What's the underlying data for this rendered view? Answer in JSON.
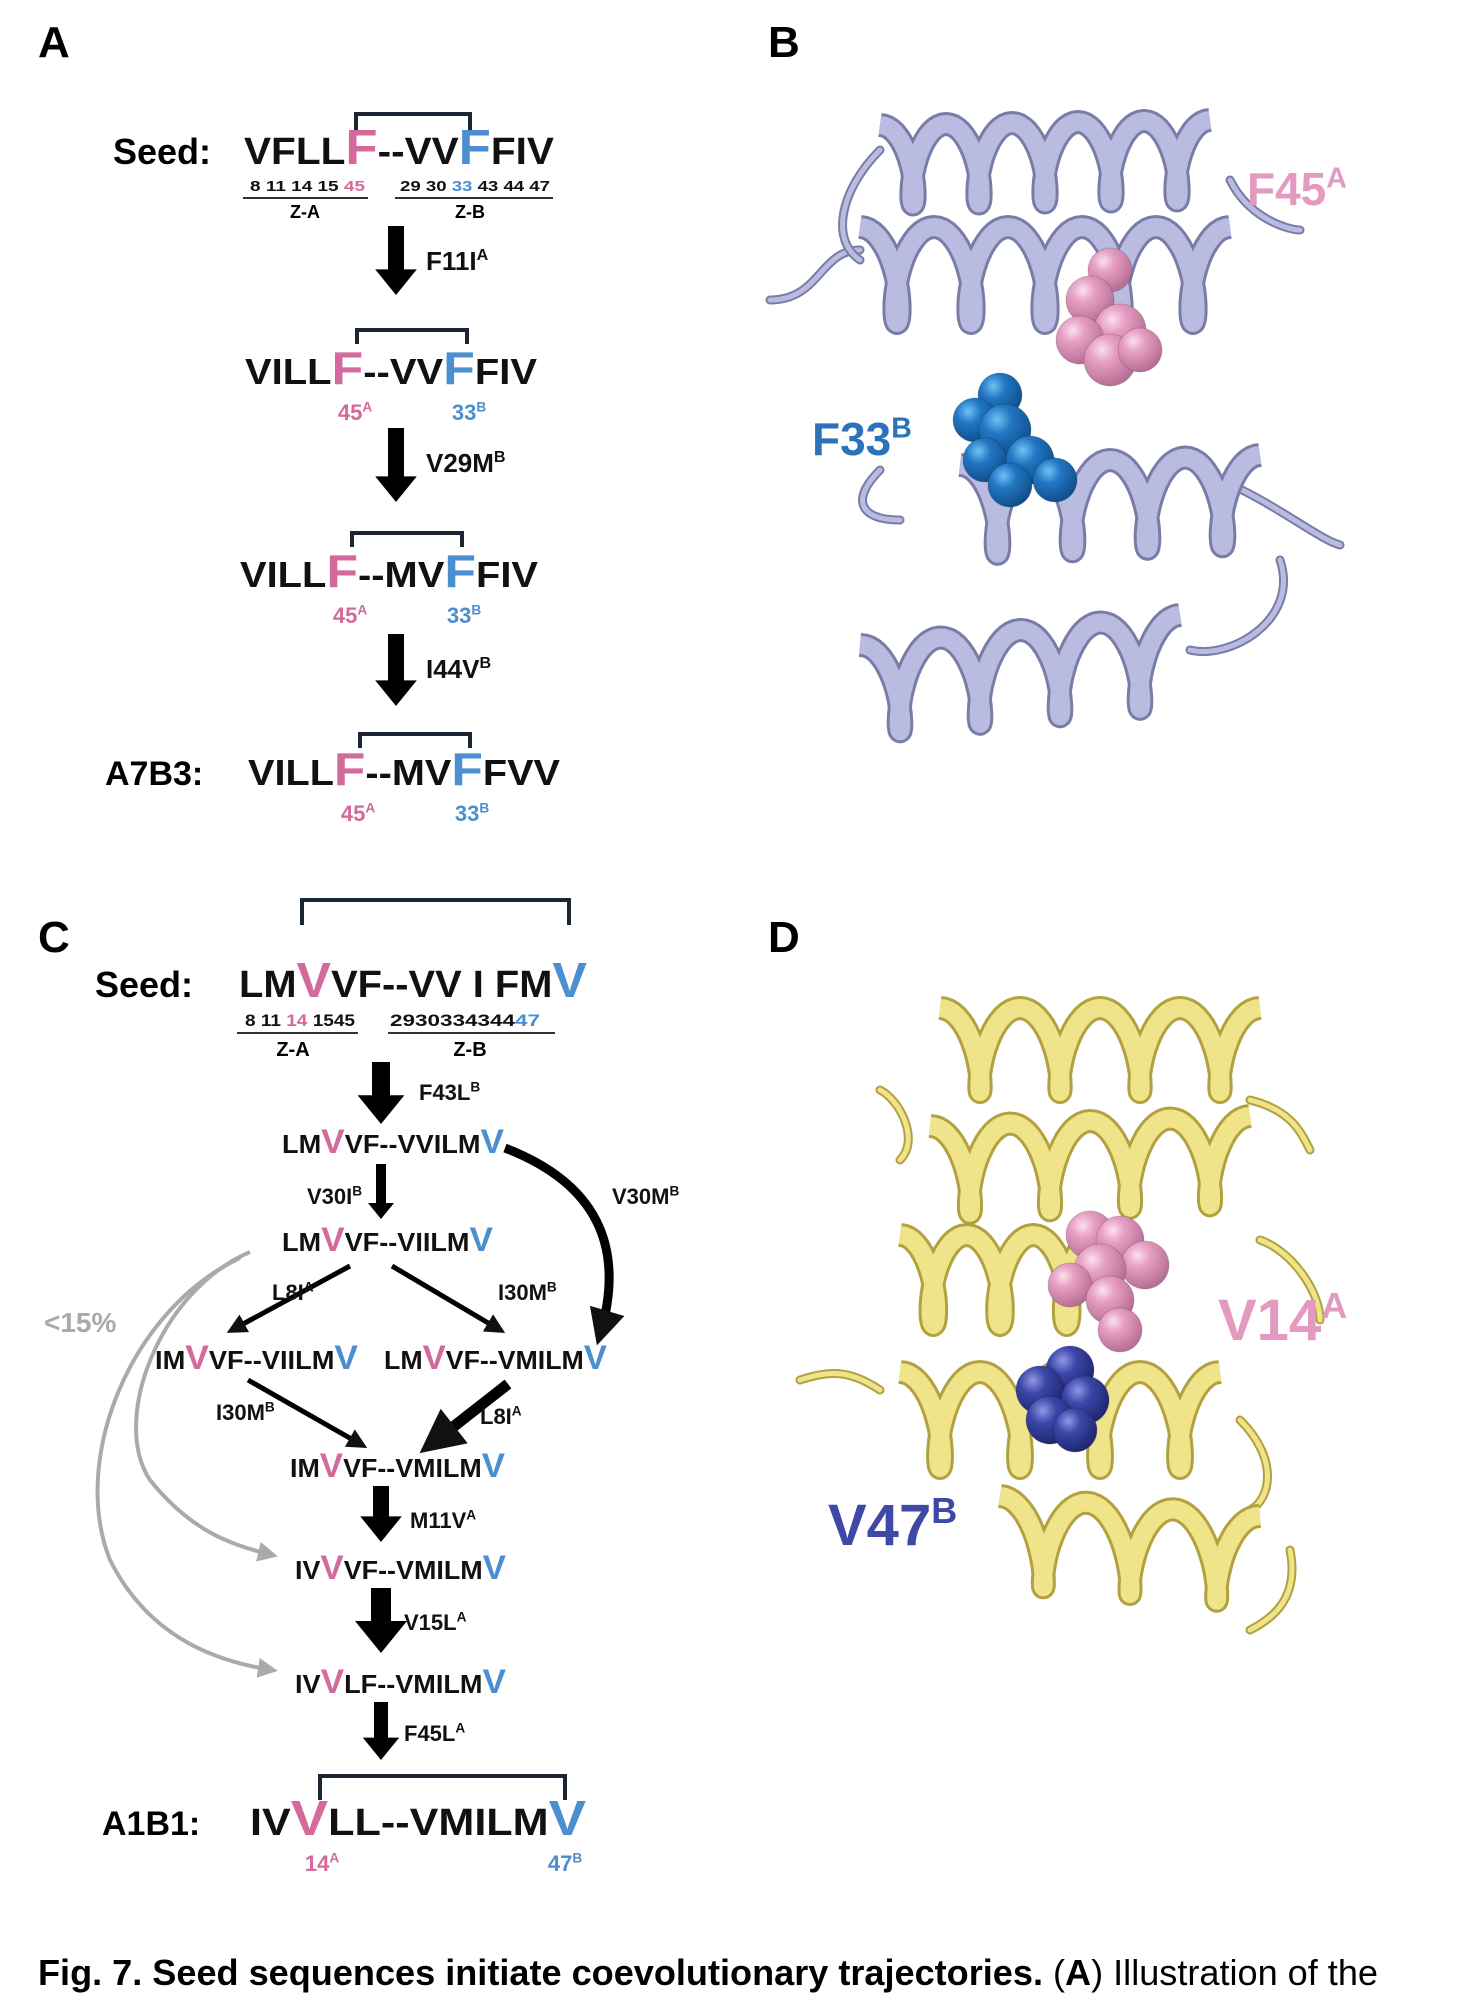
{
  "panel_labels": {
    "a": "A",
    "b": "B",
    "c": "C",
    "d": "D"
  },
  "colors": {
    "pink": "#d4699c",
    "blue": "#4b8fd0",
    "black": "#111111",
    "grey": "#aaaaaa",
    "f33_blue": "#2a73b8",
    "v47_blue": "#3e49a6",
    "v14_pink": "#e39ac0",
    "helix_b": "#b9bbe0",
    "helix_d": "#efe48a"
  },
  "panel_a": {
    "seed": {
      "prefix": "Seed:",
      "seq": [
        [
          "VFLL",
          "k"
        ],
        [
          "F",
          "p"
        ],
        [
          "--VV",
          "k"
        ],
        [
          "F",
          "b"
        ],
        [
          "FIV",
          "k"
        ]
      ],
      "numbers_a": [
        [
          "8 11 14 15 ",
          "k"
        ],
        [
          "45",
          "p"
        ]
      ],
      "numbers_b": [
        [
          "29 30 ",
          "k"
        ],
        [
          "33",
          "b"
        ],
        [
          " 43 44 47",
          "k"
        ]
      ],
      "domain_a": "Z-A",
      "domain_b": "Z-B"
    },
    "steps": [
      {
        "mutation": "F11I",
        "chain": "A",
        "seq": [
          [
            "VILL",
            "k"
          ],
          [
            "F",
            "p"
          ],
          [
            "--VV",
            "k"
          ],
          [
            "F",
            "b"
          ],
          [
            "FIV",
            "k"
          ]
        ]
      },
      {
        "mutation": "V29M",
        "chain": "B",
        "seq": [
          [
            "VILL",
            "k"
          ],
          [
            "F",
            "p"
          ],
          [
            "--MV",
            "k"
          ],
          [
            "F",
            "b"
          ],
          [
            "FIV",
            "k"
          ]
        ]
      },
      {
        "mutation": "I44V",
        "chain": "B",
        "seq": [
          [
            "VILL",
            "k"
          ],
          [
            "F",
            "p"
          ],
          [
            "--MV",
            "k"
          ],
          [
            "F",
            "b"
          ],
          [
            "FVV",
            "k"
          ]
        ]
      }
    ],
    "final_prefix": "A7B3:",
    "pair_labels": [
      {
        "pos": "45",
        "chain": "A"
      },
      {
        "pos": "33",
        "chain": "B"
      }
    ]
  },
  "panel_b": {
    "labels": [
      {
        "pos": "F45",
        "chain": "A"
      },
      {
        "pos": "F33",
        "chain": "B"
      }
    ]
  },
  "panel_c": {
    "seed": {
      "prefix": "Seed:",
      "seq": [
        [
          "LM",
          "k"
        ],
        [
          "V",
          "p"
        ],
        [
          "VF--VV I FM",
          "k"
        ],
        [
          "V",
          "b"
        ]
      ],
      "numbers_a": [
        [
          "8 11 ",
          "k"
        ],
        [
          "14",
          "p"
        ],
        [
          " 1545",
          "k"
        ]
      ],
      "numbers_b": [
        [
          "2930334344",
          "k"
        ],
        [
          "47",
          "b"
        ]
      ],
      "domain_a": "Z-A",
      "domain_b": "Z-B"
    },
    "nodes": [
      [
        [
          "LM",
          "k"
        ],
        [
          "V",
          "p"
        ],
        [
          "VF--VVILM",
          "k"
        ],
        [
          "V",
          "b"
        ]
      ],
      [
        [
          "LM",
          "k"
        ],
        [
          "V",
          "p"
        ],
        [
          "VF--VIILM",
          "k"
        ],
        [
          "V",
          "b"
        ]
      ],
      [
        [
          "IM",
          "k"
        ],
        [
          "V",
          "p"
        ],
        [
          "VF--VIILM",
          "k"
        ],
        [
          "V",
          "b"
        ]
      ],
      [
        [
          "LM",
          "k"
        ],
        [
          "V",
          "p"
        ],
        [
          "VF--VMILM",
          "k"
        ],
        [
          "V",
          "b"
        ]
      ],
      [
        [
          "IM",
          "k"
        ],
        [
          "V",
          "p"
        ],
        [
          "VF--VMILM",
          "k"
        ],
        [
          "V",
          "b"
        ]
      ],
      [
        [
          "IV",
          "k"
        ],
        [
          "V",
          "p"
        ],
        [
          "VF--VMILM",
          "k"
        ],
        [
          "V",
          "b"
        ]
      ],
      [
        [
          "IV",
          "k"
        ],
        [
          "V",
          "p"
        ],
        [
          "LF--VMILM",
          "k"
        ],
        [
          "V",
          "b"
        ]
      ]
    ],
    "mutations": [
      {
        "mutation": "F43L",
        "chain": "B"
      },
      {
        "mutation": "V30I",
        "chain": "B"
      },
      {
        "mutation": "V30M",
        "chain": "B"
      },
      {
        "mutation": "L8I",
        "chain": "A"
      },
      {
        "mutation": "I30M",
        "chain": "B"
      },
      {
        "mutation": "I30M",
        "chain": "B"
      },
      {
        "mutation": "L8I",
        "chain": "A"
      },
      {
        "mutation": "M11V",
        "chain": "A"
      },
      {
        "mutation": "V15L",
        "chain": "A"
      },
      {
        "mutation": "F45L",
        "chain": "A"
      }
    ],
    "minor_path_label": "<15%",
    "final_prefix": "A1B1:",
    "final_seq": [
      [
        "IV",
        "k"
      ],
      [
        "V",
        "p"
      ],
      [
        "LL--VMILM",
        "k"
      ],
      [
        "V",
        "b"
      ]
    ],
    "pair_labels": [
      {
        "pos": "14",
        "chain": "A"
      },
      {
        "pos": "47",
        "chain": "B"
      }
    ]
  },
  "panel_d": {
    "labels": [
      {
        "pos": "V14",
        "chain": "A"
      },
      {
        "pos": "V47",
        "chain": "B"
      }
    ]
  },
  "caption": {
    "bold": "Fig. 7. Seed sequences initiate coevolutionary trajectories.",
    "open": " (",
    "panel": "A",
    "rest": ") Illustration of the"
  }
}
